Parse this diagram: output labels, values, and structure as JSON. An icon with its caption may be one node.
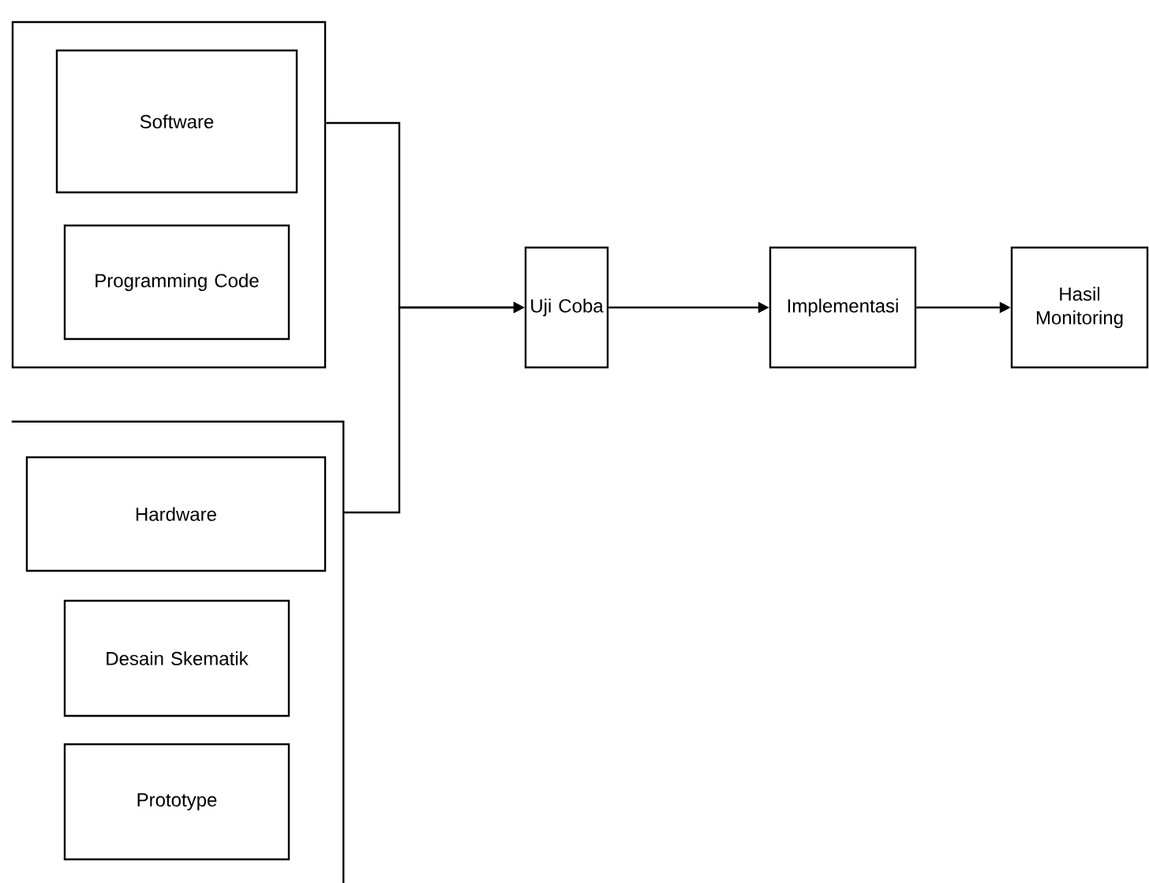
{
  "diagram": {
    "nodes": [
      {
        "text": [],
        "shape": "box"
      },
      {
        "text": [
          "Software"
        ],
        "in": 0
      },
      {
        "text": [
          "Programming Code"
        ],
        "in": 0
      },
      {
        "text": [],
        "shape": "box"
      },
      {
        "text": [
          "Hardware"
        ],
        "in": 3
      },
      {
        "text": [
          "Desain Skematik"
        ],
        "in": 3
      },
      {
        "text": [
          "Prototype"
        ],
        "in": 3
      },
      {
        "text": [
          "Uji Coba"
        ]
      },
      {
        "text": [
          "Implementasi"
        ]
      },
      {
        "text": [
          "Hasil Monitoring"
        ]
      }
    ],
    "edges": [
      {
        "from": 0,
        "to": 7,
        "arrow": "to"
      },
      {
        "from": 3,
        "to": 7,
        "arrow": "to"
      },
      {
        "from": 7,
        "to": 8,
        "arrow": "to"
      },
      {
        "from": 8,
        "to": 9,
        "arrow": "to"
      }
    ]
  }
}
